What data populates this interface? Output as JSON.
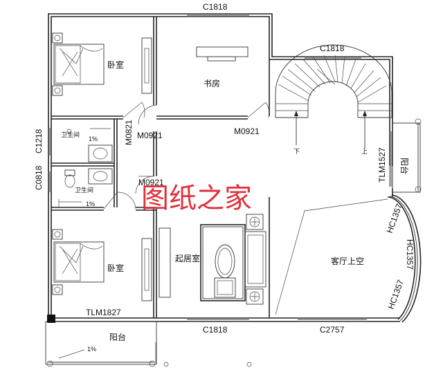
{
  "rooms": {
    "bedroom_top": "卧室",
    "study": "书房",
    "bath_top": "卫生间",
    "bath_bottom": "卫生间",
    "bedroom_bottom": "卧室",
    "living": "起居室",
    "void": "客厅上空",
    "balcony_right": "阳台",
    "balcony_bottom": "阳台"
  },
  "labels": {
    "win_top": "C1818",
    "win_stair": "C1818",
    "win_bath1": "C1218",
    "win_bath2": "C0818",
    "door_m0821": "M0821",
    "door_m0921a": "M0921",
    "door_m0921b": "M0921",
    "door_m0921c": "M0921",
    "tlm1527": "TLM1527",
    "tlm1827": "TLM1827",
    "hc1": "HC1357",
    "hc2": "HC1357",
    "hc3": "HC1357",
    "win_bottom1": "C1818",
    "win_bottom2": "C2757"
  },
  "slopes": {
    "bath_top": "1%",
    "bath_bottom": "1%",
    "balcony": "1%"
  },
  "stairs": {
    "down": "下",
    "up": "上"
  },
  "watermark": "图纸之家"
}
